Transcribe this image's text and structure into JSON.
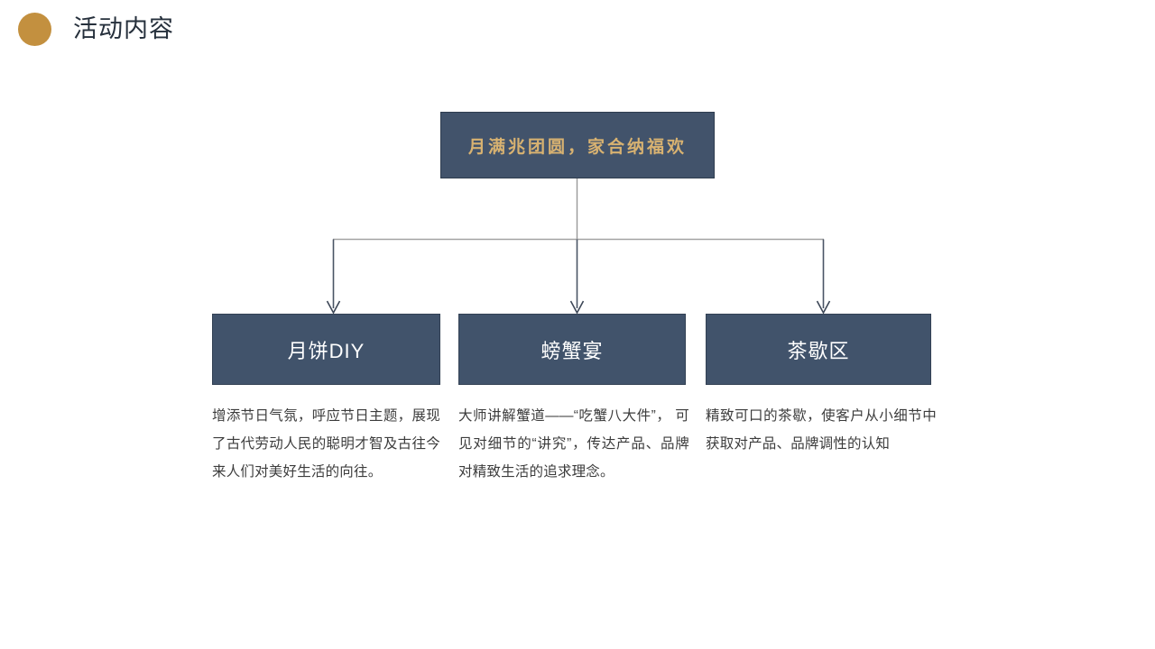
{
  "header": {
    "bullet_icon": "circle-icon",
    "title": "活动内容",
    "accent_color": "#c3903f"
  },
  "diagram": {
    "type": "org-chart",
    "box_fill_color": "#41536b",
    "root_text_color": "#d8b271",
    "branch_text_color": "#ffffff",
    "connector_color": "#8a8a8a",
    "root": {
      "label": "月满兆团圆，家合纳福欢"
    },
    "branches": [
      {
        "label": "月饼DIY",
        "description": "增添节日气氛，呼应节日主题，展现了古代劳动人民的聪明才智及古往今来人们对美好生活的向往。"
      },
      {
        "label": "螃蟹宴",
        "description": "大师讲解蟹道——“吃蟹八大件”， 可见对细节的“讲究”，传达产品、品牌对精致生活的追求理念。"
      },
      {
        "label": "茶歇区",
        "description": "精致可口的茶歇，使客户从小细节中获取对产品、品牌调性的认知"
      }
    ]
  }
}
